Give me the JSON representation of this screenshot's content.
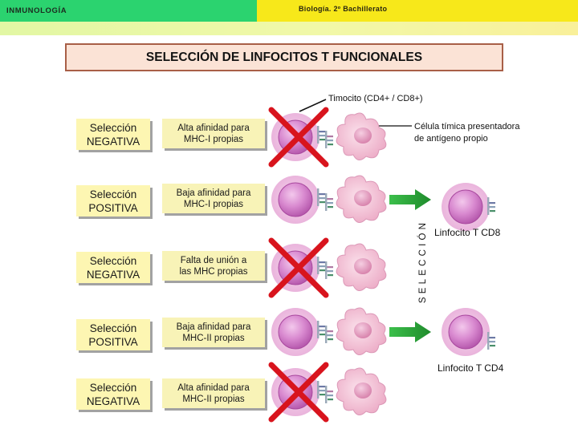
{
  "header": {
    "subject": "INMUNOLOGÍA",
    "course": "Biología. 2º Bachillerato",
    "colors": {
      "left": "#2bd36f",
      "right": "#f7e81a"
    }
  },
  "title": "SELECCIÓN DE LINFOCITOS T FUNCIONALES",
  "annotations": {
    "thymocyte": "Timocito (CD4+ / CD8+)",
    "apc_line1": "Célula tímica presentadora",
    "apc_line2": "de antígeno propio",
    "selection_axis": "SELECCIÓN",
    "cd8_cell": "Linfocito T CD8",
    "cd4_cell": "Linfocito T CD4"
  },
  "rows": [
    {
      "selection_line1": "Selección",
      "selection_line2": "NEGATIVA",
      "affinity_line1": "Alta afinidad para",
      "affinity_line2": "MHC-I propias",
      "outcome": "eliminated"
    },
    {
      "selection_line1": "Selección",
      "selection_line2": "POSITIVA",
      "affinity_line1": "Baja afinidad para",
      "affinity_line2": "MHC-I propias",
      "outcome": "CD8"
    },
    {
      "selection_line1": "Selección",
      "selection_line2": "NEGATIVA",
      "affinity_line1": "Falta de unión a",
      "affinity_line2": "las MHC propias",
      "outcome": "eliminated"
    },
    {
      "selection_line1": "Selección",
      "selection_line2": "POSITIVA",
      "affinity_line1": "Baja afinidad para",
      "affinity_line2": "MHC-II propias",
      "outcome": "CD4"
    },
    {
      "selection_line1": "Selección",
      "selection_line2": "NEGATIVA",
      "affinity_line1": "Alta afinidad para",
      "affinity_line2": "MHC-II propias",
      "outcome": "eliminated"
    }
  ],
  "colors": {
    "cross": "#d8141d",
    "arrow": "#2ea33c",
    "cell": "#e7a2d6",
    "nucleus": "#c96ac0",
    "apc": "#f1b6cd"
  }
}
